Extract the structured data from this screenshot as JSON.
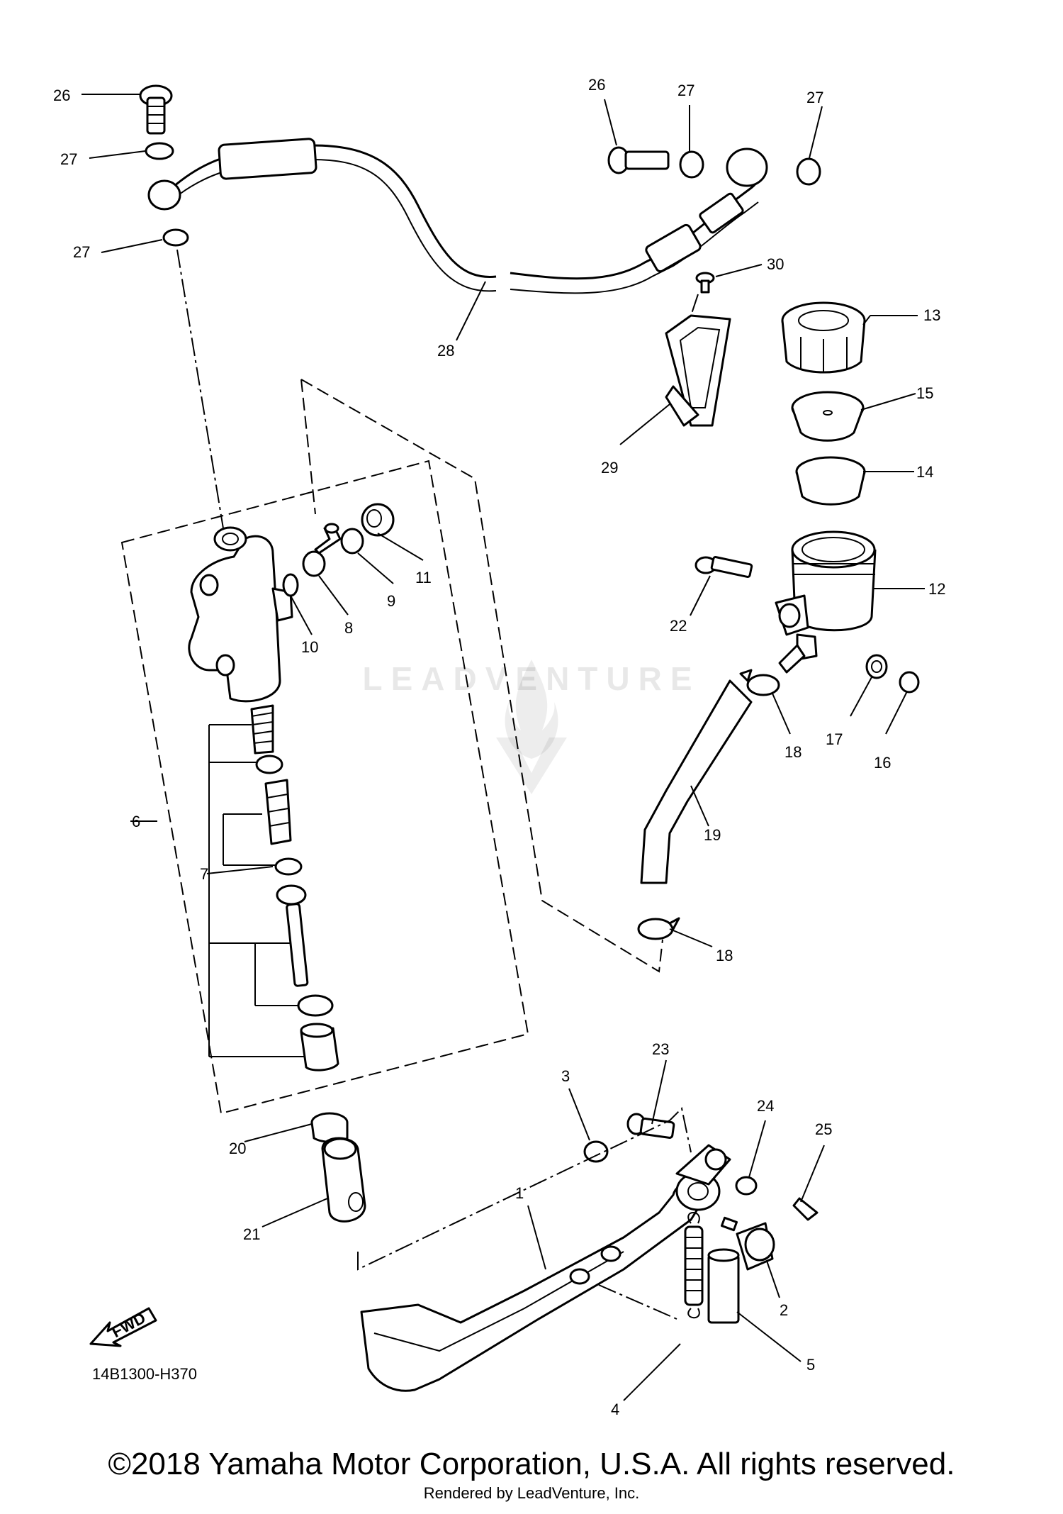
{
  "diagram": {
    "code": "14B1300-H370",
    "fwd_label": "FWD",
    "watermark": "LEADVENTURE",
    "copyright": "©2018 Yamaha Motor Corporation, U.S.A. All rights reserved.",
    "rendered_by": "Rendered by LeadVenture, Inc.",
    "callouts": {
      "c1": "1",
      "c2": "2",
      "c3": "3",
      "c4": "4",
      "c5": "5",
      "c6": "6",
      "c7": "7",
      "c8": "8",
      "c9": "9",
      "c10": "10",
      "c11": "11",
      "c12": "12",
      "c13": "13",
      "c14": "14",
      "c15": "15",
      "c16": "16",
      "c17": "17",
      "c18a": "18",
      "c18b": "18",
      "c19": "19",
      "c20": "20",
      "c21": "21",
      "c22": "22",
      "c23": "23",
      "c24": "24",
      "c25": "25",
      "c26a": "26",
      "c26b": "26",
      "c27a": "27",
      "c27b": "27",
      "c27c": "27",
      "c27d": "27",
      "c28": "28",
      "c29": "29",
      "c30": "30"
    }
  }
}
